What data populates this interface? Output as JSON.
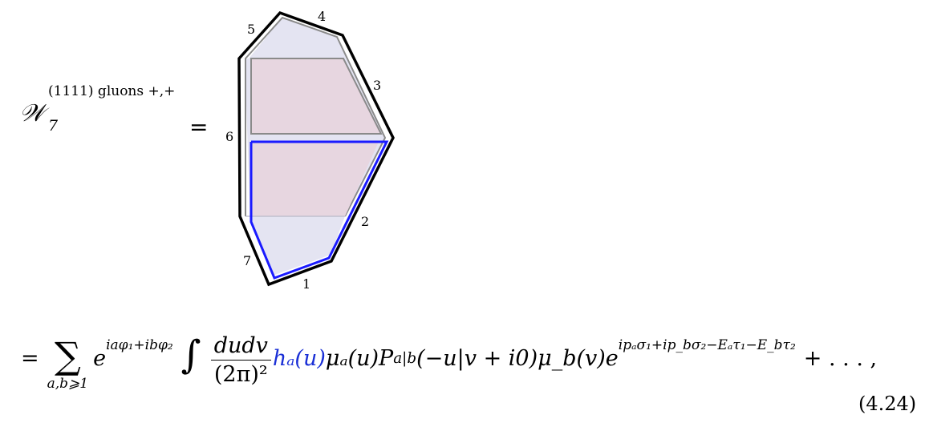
{
  "lhs": {
    "symbol": "𝒲",
    "superscript": "(1111) gluons +,+",
    "subscript": "7",
    "equals": "="
  },
  "diagram": {
    "edge_labels": {
      "e1": "1",
      "e2": "2",
      "e3": "3",
      "e4": "4",
      "e5": "5",
      "e6": "6",
      "e7": "7"
    },
    "colors": {
      "outline": "#000000",
      "gray_stroke": "#8a8a8a",
      "light_fill": "#e2e2f0",
      "pink_fill": "#e6d4de",
      "blue": "#1a1aff"
    }
  },
  "formula": {
    "lead": "=",
    "sum": "∑",
    "sum_limits": "a,b⩾1",
    "exp_base": "e",
    "exp1": "iaφ₁+ibφ₂",
    "integral": "∫",
    "frac_num": "dudv",
    "frac_den": "(2π)²",
    "blue_term": "hₐ(u)",
    "term_mu_a": "μₐ(u)",
    "term_P": "P",
    "term_P_sub": "a|b",
    "term_P_args": "(−u|v + i0)",
    "term_mu_b": "μ_b(v)",
    "exp_base2": "e",
    "exp2": "ipₐσ₁+ip_bσ₂−Eₐτ₁−E_bτ₂",
    "tail": "+ . . . ,"
  },
  "equation_number": "(4.24)"
}
